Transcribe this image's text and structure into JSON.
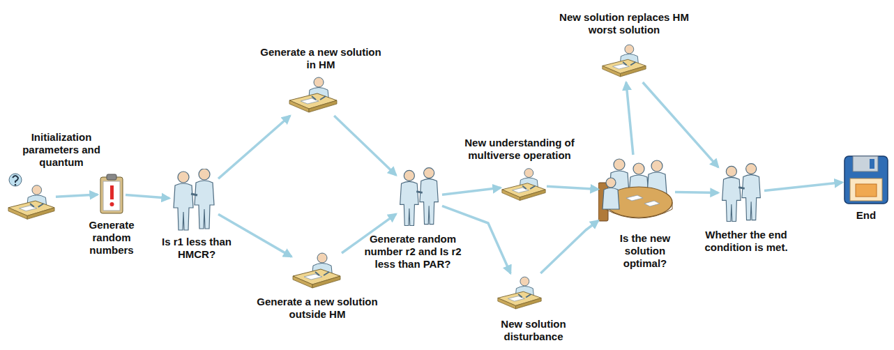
{
  "diagram": {
    "nodes": [
      {
        "text": [
          "Initialization parameters and quantum"
        ]
      },
      {
        "text": [
          "Generate random numbers"
        ]
      },
      {
        "text": [
          "Is r1 less than HMCR?"
        ]
      },
      {
        "text": [
          "Generate a new solution in HM"
        ]
      },
      {
        "text": [
          "Generate a new solution outside HM"
        ]
      },
      {
        "text": [
          "Generate random number r2 and Is r2 less than PAR?"
        ]
      },
      {
        "text": [
          "New understanding of multiverse operation"
        ]
      },
      {
        "text": [
          "New solution disturbance"
        ]
      },
      {
        "text": [
          "Is the new solution optimal?"
        ]
      },
      {
        "text": [
          "New solution replaces HM worst solution"
        ]
      },
      {
        "text": [
          "Whether the end condition is met."
        ]
      },
      {
        "text": [
          "End"
        ]
      }
    ],
    "edges": [
      {
        "from": 0,
        "to": 1,
        "arrow": "to"
      },
      {
        "from": 1,
        "to": 2,
        "arrow": "to"
      },
      {
        "from": 2,
        "to": 3,
        "arrow": "to"
      },
      {
        "from": 2,
        "to": 4,
        "arrow": "to"
      },
      {
        "from": 3,
        "to": 5,
        "arrow": "to"
      },
      {
        "from": 4,
        "to": 5,
        "arrow": "to"
      },
      {
        "from": 5,
        "to": 6,
        "arrow": "to"
      },
      {
        "from": 5,
        "to": 7,
        "arrow": "to"
      },
      {
        "from": 6,
        "to": 8,
        "arrow": "to"
      },
      {
        "from": 7,
        "to": 8,
        "arrow": "to"
      },
      {
        "from": 8,
        "to": 9,
        "arrow": "to"
      },
      {
        "from": 9,
        "to": 10,
        "arrow": "to"
      },
      {
        "from": 8,
        "to": 10,
        "arrow": "to"
      },
      {
        "from": 10,
        "to": 11,
        "arrow": "to"
      }
    ]
  }
}
